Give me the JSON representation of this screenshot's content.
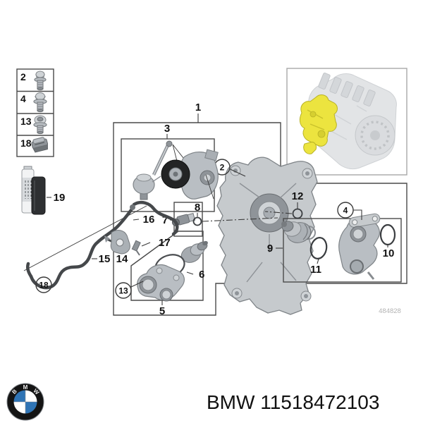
{
  "product": {
    "brand_logo": "bmw-roundel-icon",
    "title": "BMW 11518472103"
  },
  "diagram": {
    "figure_number": "484828",
    "highlight_color": "#ece43f",
    "legend_fasteners": [
      {
        "num": "2",
        "kind": "flange-bolt"
      },
      {
        "num": "4",
        "kind": "flange-bolt"
      },
      {
        "num": "13",
        "kind": "shoulder-bolt"
      },
      {
        "num": "18",
        "kind": "sheet-metal-clip"
      }
    ],
    "callouts": {
      "n1": "1",
      "n2": "2",
      "n3": "3",
      "n4": "4",
      "n5": "5",
      "n6": "6",
      "n7": "7",
      "n8": "8",
      "n9": "9",
      "n10": "10",
      "n11": "11",
      "n12": "12",
      "n13": "13",
      "n14": "14",
      "n15": "15",
      "n16": "16",
      "n17": "17",
      "n18": "18",
      "n19": "19"
    }
  }
}
